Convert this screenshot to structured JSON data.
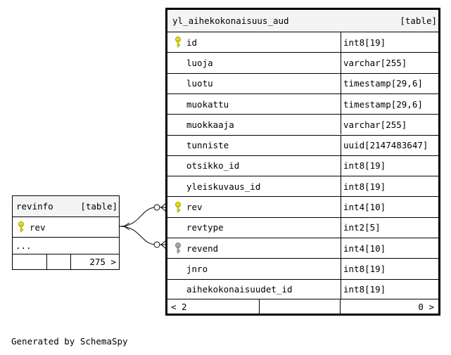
{
  "main_table": {
    "name": "yl_aihekokonaisuus_aud",
    "tag": "[table]",
    "columns": [
      {
        "name": "id",
        "type": "int8[19]",
        "key": "primary"
      },
      {
        "name": "luoja",
        "type": "varchar[255]",
        "key": "none"
      },
      {
        "name": "luotu",
        "type": "timestamp[29,6]",
        "key": "none"
      },
      {
        "name": "muokattu",
        "type": "timestamp[29,6]",
        "key": "none"
      },
      {
        "name": "muokkaaja",
        "type": "varchar[255]",
        "key": "none"
      },
      {
        "name": "tunniste",
        "type": "uuid[2147483647]",
        "key": "none"
      },
      {
        "name": "otsikko_id",
        "type": "int8[19]",
        "key": "none"
      },
      {
        "name": "yleiskuvaus_id",
        "type": "int8[19]",
        "key": "none"
      },
      {
        "name": "rev",
        "type": "int4[10]",
        "key": "primary"
      },
      {
        "name": "revtype",
        "type": "int2[5]",
        "key": "none"
      },
      {
        "name": "revend",
        "type": "int4[10]",
        "key": "foreign"
      },
      {
        "name": "jnro",
        "type": "int8[19]",
        "key": "none"
      },
      {
        "name": "aihekokonaisuudet_id",
        "type": "int8[19]",
        "key": "none"
      }
    ],
    "footer_left": "< 2",
    "footer_right": "0 >"
  },
  "ref_table": {
    "name": "revinfo",
    "tag": "[table]",
    "column": {
      "name": "rev",
      "key": "primary"
    },
    "more": "...",
    "footer_right": "275 >"
  },
  "colors": {
    "primary_key": "#e8e000",
    "foreign_key": "#a8a8a8",
    "header_bg": "#f4f4f4"
  },
  "footer_text": "Generated by SchemaSpy"
}
